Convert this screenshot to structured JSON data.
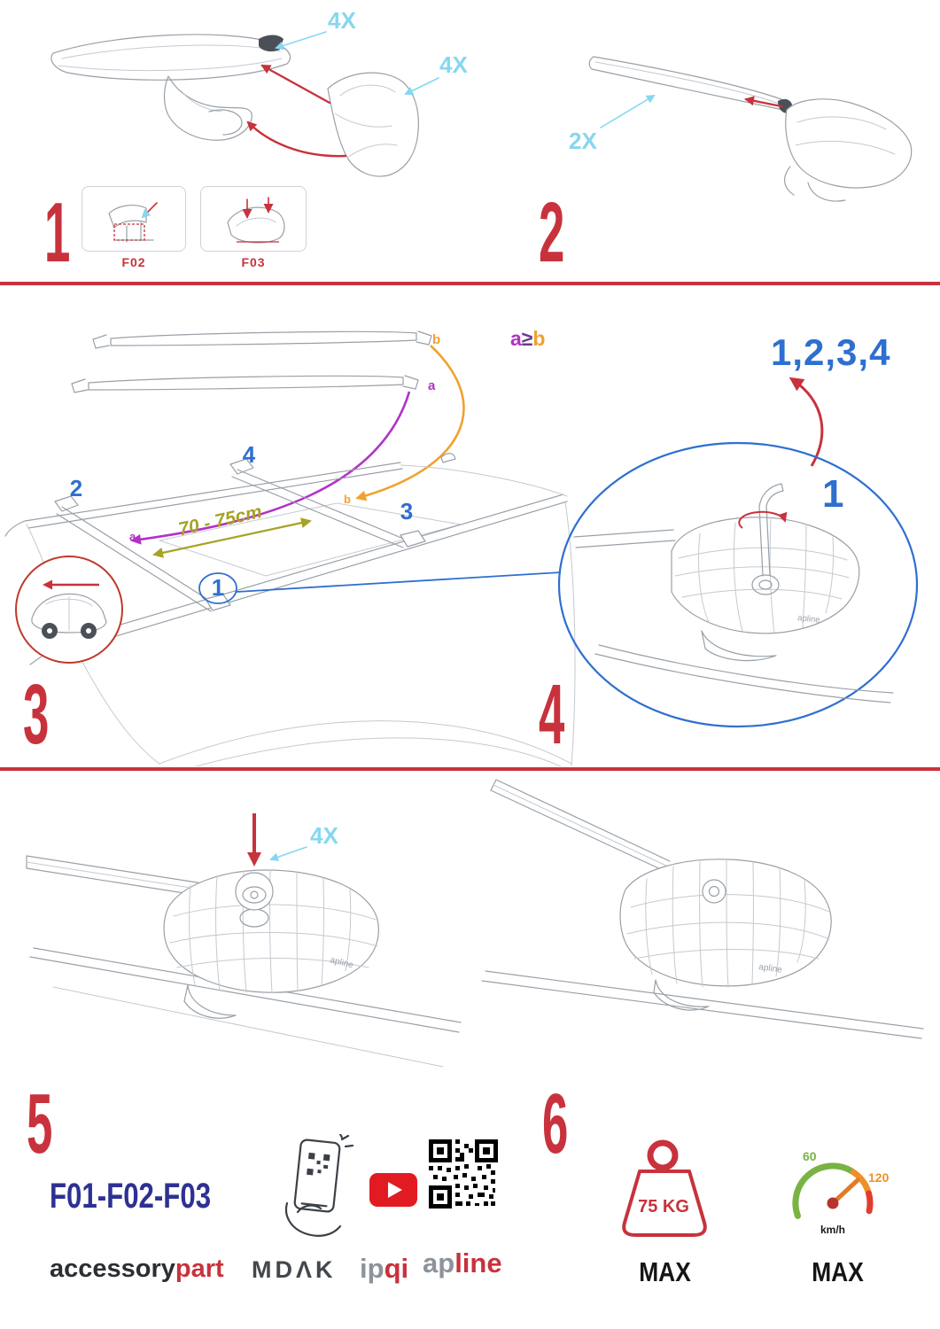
{
  "colors": {
    "red": "#c8323c",
    "cyan": "#86d7f0",
    "blue": "#2e6fd0",
    "purple": "#b232c8",
    "orange": "#f0a22e",
    "olive": "#a6a326",
    "navy": "#2e3192"
  },
  "step1": {
    "number": "1",
    "qty_clip": "4X",
    "qty_cover": "4X",
    "box1": "F02",
    "box2": "F03"
  },
  "step2": {
    "number": "2",
    "qty": "2X"
  },
  "step3": {
    "number": "3",
    "bar_b": "b",
    "bar_a": "a",
    "rule_a": "a",
    "rule_op": "≥",
    "rule_b": "b",
    "pos1": "1",
    "pos2": "2",
    "pos3": "3",
    "pos4": "4",
    "roof_a": "a",
    "roof_b": "b",
    "distance": "70 - 75cm"
  },
  "step4": {
    "number": "4",
    "sequence": "1,2,3,4",
    "first": "1"
  },
  "step5": {
    "number": "5",
    "qty": "4X"
  },
  "step6": {
    "number": "6",
    "weight": "75 KG",
    "weight_max": "MAX",
    "speed_low": "60",
    "speed_high": "120",
    "speed_unit": "km/h",
    "speed_max": "MAX"
  },
  "brand": {
    "small": "apline"
  },
  "footer": {
    "codes": "F01-F02-F03",
    "accessory": "accessory",
    "part": "part",
    "mdak": "MDΛK",
    "ip": "ip",
    "qi": "qi",
    "ap": "ap",
    "line": "line"
  }
}
